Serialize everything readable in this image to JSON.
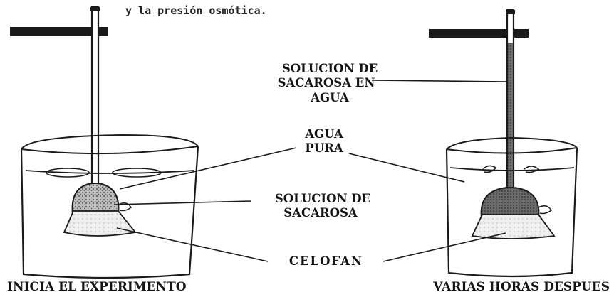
{
  "header_text": "y la presión osmótica.",
  "labels": {
    "sucrose_in_water": [
      "SOLUCION DE",
      "SACAROSA EN",
      "AGUA"
    ],
    "pure_water": [
      "AGUA",
      "PURA"
    ],
    "sucrose_solution": [
      "SOLUCION DE",
      "SACAROSA"
    ],
    "cellophane": "CELOFAN"
  },
  "captions": {
    "left": "INICIA EL EXPERIMENTO",
    "right": "VARIAS HORAS DESPUES"
  }
}
